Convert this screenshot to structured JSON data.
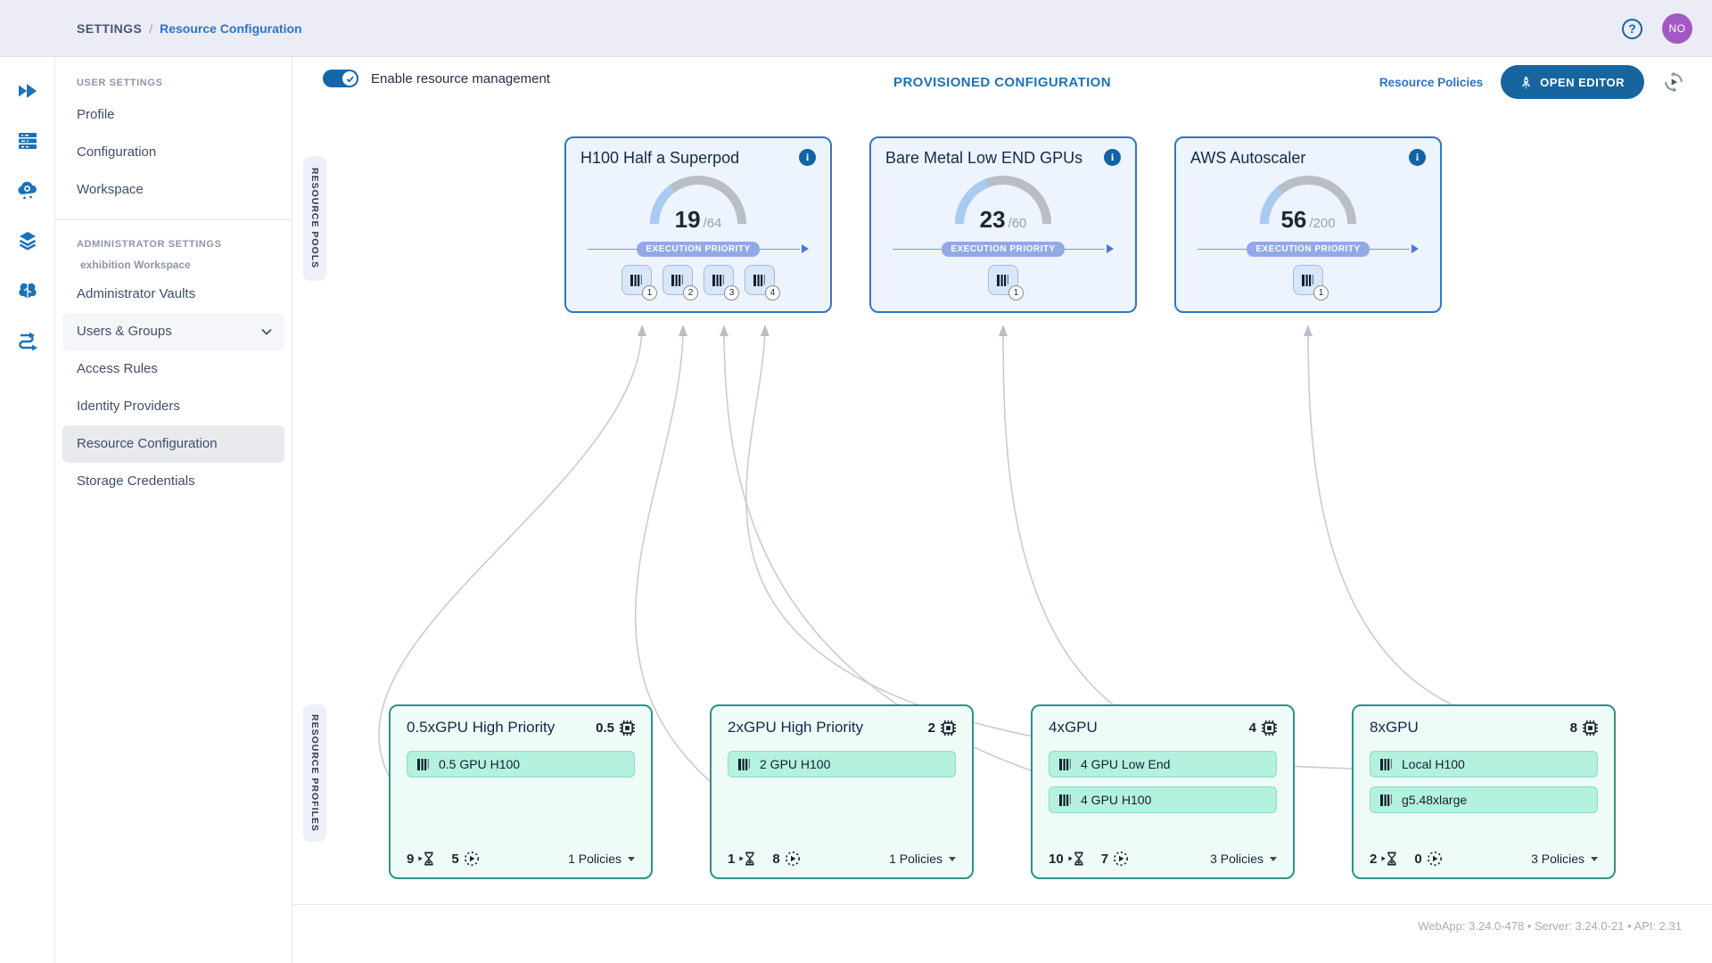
{
  "colors": {
    "accent_blue": "#1b72b9",
    "link_blue": "#2b74c9",
    "button_blue": "#17659e",
    "pool_border": "#3077bd",
    "pool_bg": "#edf4fd",
    "gauge_fill": "#a8caf3",
    "gauge_track": "#b9bdc5",
    "priority_pill": "#93a9e6",
    "profile_border": "#2b9386",
    "profile_bg": "#effbf7",
    "chip_bg": "#b4f1df",
    "avatar_bg": "#a259c4",
    "topbar_bg": "#ececf6"
  },
  "icons": {
    "info": "i",
    "help": "?"
  },
  "topbar": {
    "breadcrumb": {
      "section": "SETTINGS",
      "separator": "/",
      "page": "Resource Configuration"
    },
    "avatar_initials": "NO"
  },
  "sidebar": {
    "user_settings_label": "USER SETTINGS",
    "user_items": [
      {
        "label": "Profile"
      },
      {
        "label": "Configuration"
      },
      {
        "label": "Workspace"
      }
    ],
    "admin_settings_label": "ADMINISTRATOR SETTINGS",
    "admin_workspace": "exhibition Workspace",
    "admin_items": [
      {
        "label": "Administrator Vaults"
      },
      {
        "label": "Users & Groups",
        "expandable": true,
        "hovered": true
      },
      {
        "label": "Access Rules"
      },
      {
        "label": "Identity Providers"
      },
      {
        "label": "Resource Configuration",
        "selected": true
      },
      {
        "label": "Storage Credentials"
      }
    ]
  },
  "header": {
    "toggle_label": "Enable resource management",
    "toggle_on": true,
    "title": "PROVISIONED CONFIGURATION",
    "policies_link": "Resource Policies",
    "open_editor_label": "OPEN EDITOR"
  },
  "labels": {
    "pools_tab": "RESOURCE POOLS",
    "profiles_tab": "RESOURCE PROFILES",
    "execution_priority": "EXECUTION PRIORITY"
  },
  "pools": [
    {
      "name": "H100 Half a Superpod",
      "used": 19,
      "total": 64,
      "total_display": "/64",
      "slots": [
        1,
        2,
        3,
        4
      ]
    },
    {
      "name": "Bare Metal Low END GPUs",
      "used": 23,
      "total": 60,
      "total_display": "/60",
      "slots": [
        1
      ]
    },
    {
      "name": "AWS Autoscaler",
      "used": 56,
      "total": 200,
      "total_display": "/200",
      "slots": [
        1
      ]
    }
  ],
  "profiles": [
    {
      "name": "0.5xGPU High Priority",
      "gpus": "0.5",
      "chips": [
        "0.5 GPU H100"
      ],
      "pending": 9,
      "running": 5,
      "policies": "1 Policies"
    },
    {
      "name": "2xGPU High Priority",
      "gpus": "2",
      "chips": [
        "2 GPU H100"
      ],
      "pending": 1,
      "running": 8,
      "policies": "1 Policies"
    },
    {
      "name": "4xGPU",
      "gpus": "4",
      "chips": [
        "4 GPU Low End",
        "4 GPU H100"
      ],
      "pending": 10,
      "running": 7,
      "policies": "3 Policies"
    },
    {
      "name": "8xGPU",
      "gpus": "8",
      "chips": [
        "Local H100",
        "g5.48xlarge"
      ],
      "pending": 2,
      "running": 0,
      "policies": "3 Policies"
    }
  ],
  "footer": {
    "versions": "WebApp: 3.24.0-478 • Server: 3.24.0-21 • API: 2.31"
  }
}
